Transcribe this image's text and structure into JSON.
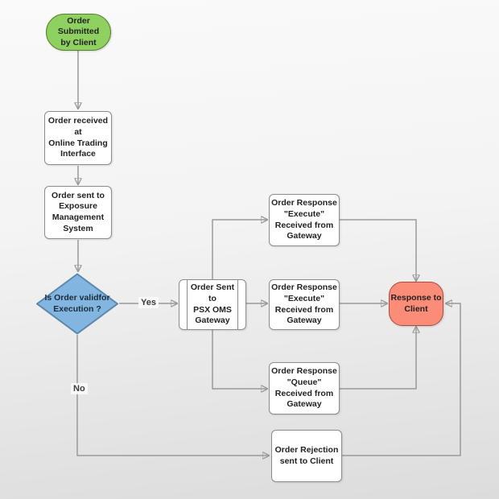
{
  "nodes": [
    {
      "id": "order-submitted",
      "type": "terminator-start",
      "label": "Order Submitted\nby Client",
      "fill": "#8fd160",
      "border": "#54802f"
    },
    {
      "id": "order-received",
      "type": "process",
      "label": "Order received at\nOnline Trading\nInterface",
      "fill": "#ffffff",
      "border": "#8c8c8c"
    },
    {
      "id": "order-sent-ems",
      "type": "process",
      "label": "Order sent to\nExposure\nManagement\nSystem",
      "fill": "#ffffff",
      "border": "#8c8c8c"
    },
    {
      "id": "is-order-valid",
      "type": "decision",
      "label": "Is Order validfor\nExecution ?",
      "fill": "#82b6e0",
      "border": "#5a87ad"
    },
    {
      "id": "order-sent-psx",
      "type": "predefined-process",
      "label": "Order Sent to\nPSX OMS\nGateway",
      "fill": "#ffffff",
      "border": "#8c8c8c"
    },
    {
      "id": "response-execute-1",
      "type": "process",
      "label": "Order Response\n\"Execute\"\nReceived from\nGateway",
      "fill": "#ffffff",
      "border": "#8c8c8c"
    },
    {
      "id": "response-execute-2",
      "type": "process",
      "label": "Order Response\n\"Execute\"\nReceived from\nGateway",
      "fill": "#ffffff",
      "border": "#8c8c8c"
    },
    {
      "id": "response-queue",
      "type": "process",
      "label": "Order Response\n\"Queue\"\nReceived from\nGateway",
      "fill": "#ffffff",
      "border": "#8c8c8c"
    },
    {
      "id": "response-to-client",
      "type": "terminator-end",
      "label": "Response to\nClient",
      "fill": "#fb8c78",
      "border": "#ad4a3f"
    },
    {
      "id": "order-rejection",
      "type": "process",
      "label": "Order Rejection\nsent to Client",
      "fill": "#ffffff",
      "border": "#8c8c8c"
    }
  ],
  "edges": {
    "yes_label": "Yes",
    "no_label": "No",
    "line_color": "#999999"
  }
}
